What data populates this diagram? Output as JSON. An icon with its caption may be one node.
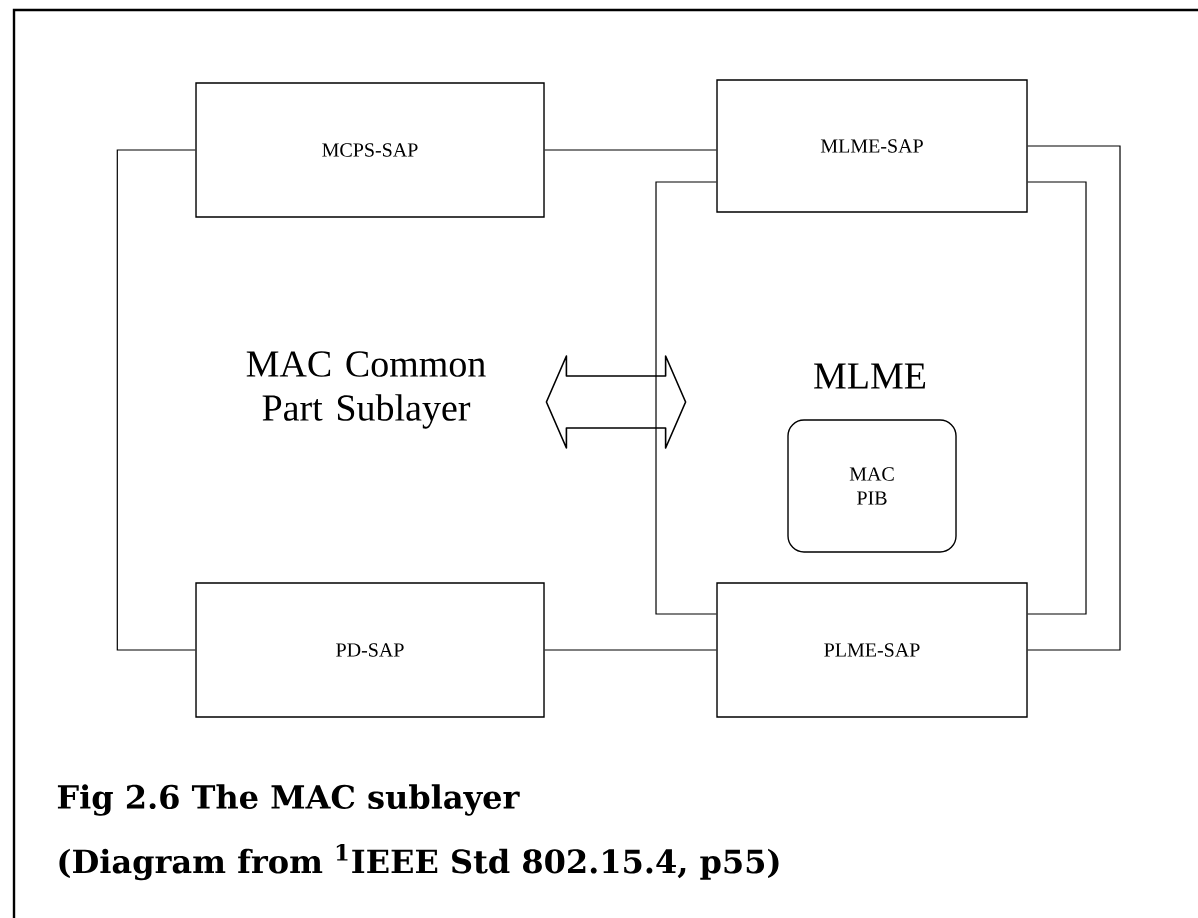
{
  "diagram": {
    "title": "Fig 2.6 The MAC sublayer",
    "caption": "(Diagram from $^{1}$IEEE Std 802.15.4, p55)",
    "nodes": [
      {
        "text": [
          "MCPS-SAP"
        ]
      },
      {
        "text": [
          "MLME-SAP"
        ]
      },
      {
        "text": [
          "MAC Common Part Sublayer"
        ]
      },
      {
        "text": [
          "MLME"
        ]
      },
      {
        "text": [
          "MAC PIB"
        ]
      },
      {
        "text": [
          "PD-SAP"
        ]
      },
      {
        "text": [
          "PLME-SAP"
        ]
      }
    ],
    "edges": [
      {
        "from": 0,
        "to": 1,
        "arrow": "none"
      },
      {
        "from": 0,
        "to": 5,
        "arrow": "none"
      },
      {
        "from": 1,
        "to": 6,
        "arrow": "none"
      },
      {
        "from": 1,
        "to": 6,
        "arrow": "none"
      },
      {
        "from": 1,
        "to": 6,
        "arrow": "none"
      },
      {
        "from": 5,
        "to": 6,
        "arrow": "none"
      },
      {
        "from": 2,
        "to": 3,
        "arrow": "both",
        "style": "thick"
      }
    ]
  }
}
